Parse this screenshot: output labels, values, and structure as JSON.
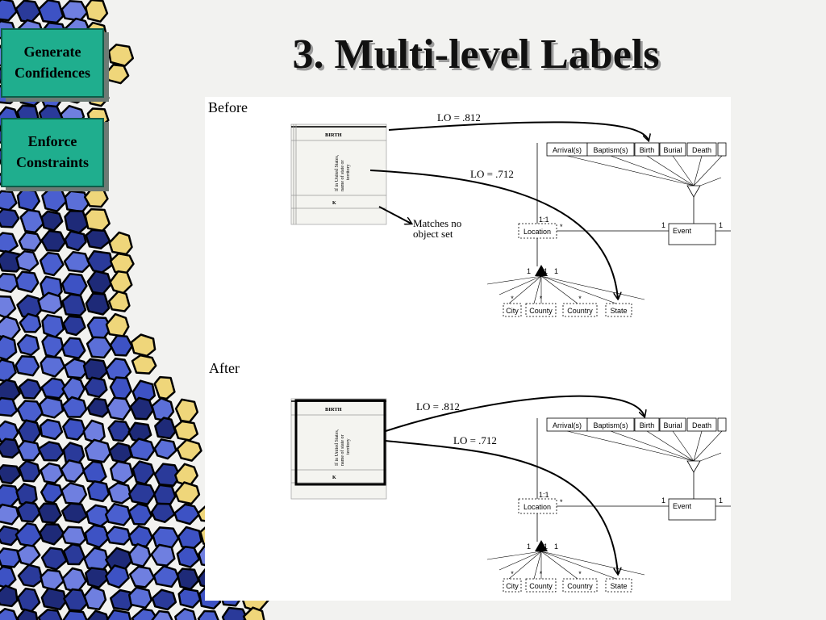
{
  "slide": {
    "title": "3. Multi-level Labels",
    "nav": {
      "generate": [
        "Generate",
        "Confidences"
      ],
      "enforce": [
        "Enforce",
        "Constraints"
      ]
    }
  },
  "before": {
    "heading": "Before",
    "lo_birth": "LO = .812",
    "lo_state": "LO = .712",
    "note": [
      "Matches no",
      "object set"
    ]
  },
  "after": {
    "heading": "After",
    "lo_birth": "LO = .812",
    "lo_state": "LO = .712"
  },
  "form": {
    "header": "BIRTH",
    "rotated": [
      "If in United States,",
      "name of state or",
      "territory"
    ],
    "mark": "K"
  },
  "schema": {
    "event_types": [
      "Arrival(s)",
      "Baptism(s)",
      "Birth",
      "Burial",
      "Death"
    ],
    "location": "Location",
    "event": "Event",
    "places": [
      "City",
      "County",
      "Country",
      "State"
    ],
    "card_loc_top": "1:1",
    "card_one": "1",
    "card_star": "*"
  },
  "colors": {
    "button": "#1fae8e",
    "title_shadow": "#9c9c9c"
  }
}
